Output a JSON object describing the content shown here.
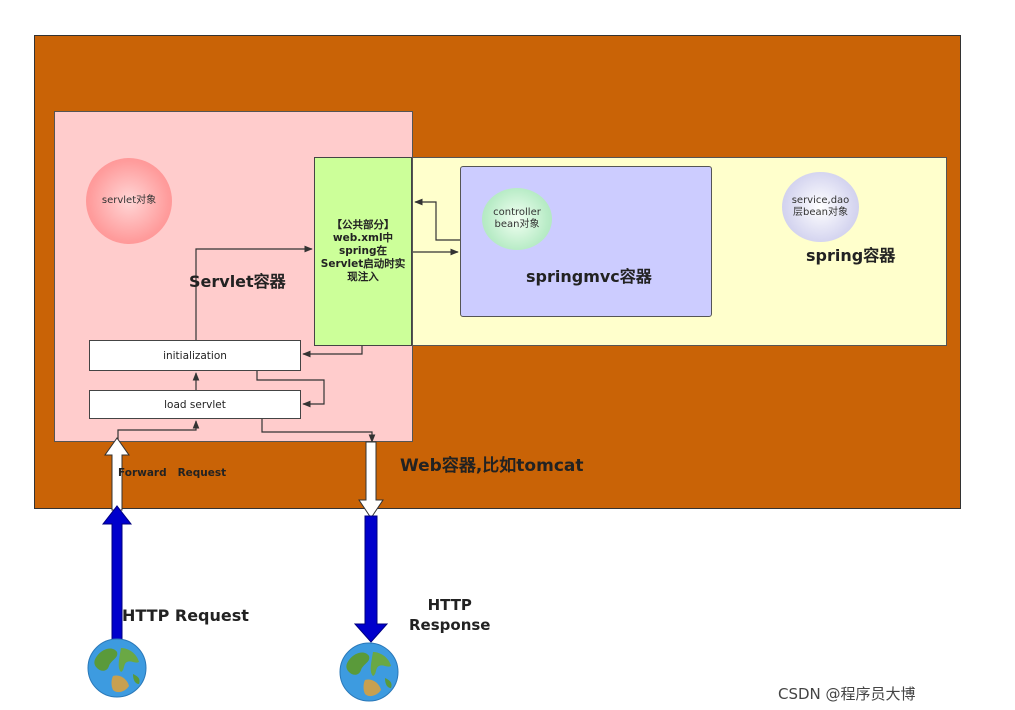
{
  "web_container": {
    "label": "Web容器,比如tomcat"
  },
  "spring_container": {
    "label": "spring容器",
    "bean_circle": "service,dao\n层bean对象"
  },
  "servlet_container": {
    "label": "Servlet容器",
    "object_circle": "servlet对象"
  },
  "shared_section": {
    "label": "【公共部分】\nweb.xml中\nspring在\nServlet启动时实\n现注入"
  },
  "springmvc_container": {
    "label": "springmvc容器",
    "bean_circle": "controller\nbean对象"
  },
  "process": {
    "initialization": "initialization",
    "load_servlet": "load servlet"
  },
  "flow": {
    "forward_request": "Forward   Request",
    "http_request": "HTTP Request",
    "http_response": "HTTP\nResponse"
  },
  "watermark": "CSDN @程序员大博"
}
